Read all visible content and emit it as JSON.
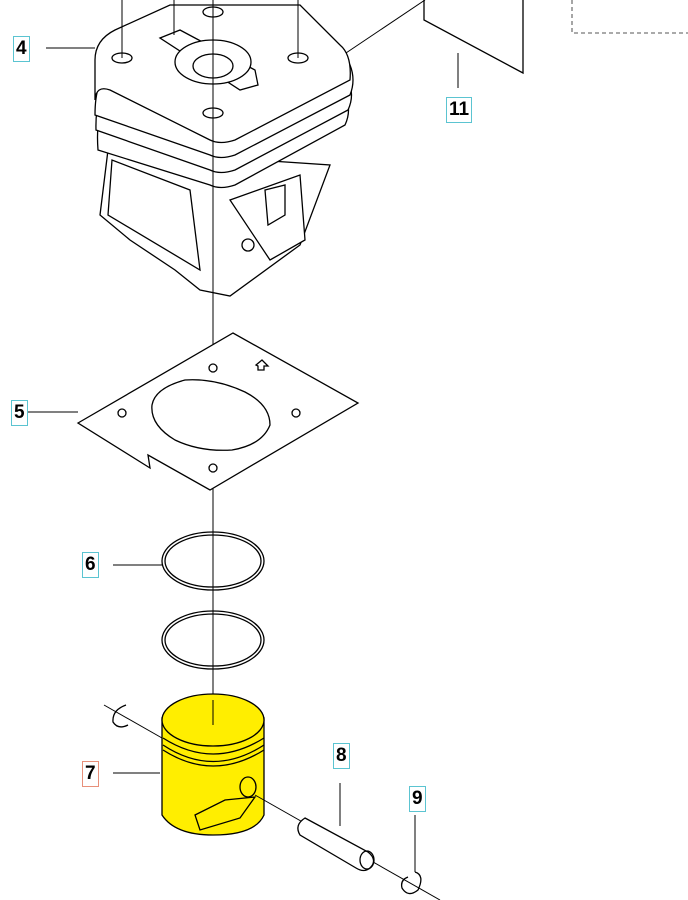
{
  "diagram": {
    "callouts": [
      {
        "id": "4",
        "label": "4",
        "selected": false
      },
      {
        "id": "11",
        "label": "11",
        "selected": false
      },
      {
        "id": "5",
        "label": "5",
        "selected": false
      },
      {
        "id": "6",
        "label": "6",
        "selected": false
      },
      {
        "id": "7",
        "label": "7",
        "selected": true
      },
      {
        "id": "8",
        "label": "8",
        "selected": false
      },
      {
        "id": "9",
        "label": "9",
        "selected": false
      }
    ],
    "colors": {
      "highlight": "#ffee00",
      "callout_border": "#5bc4d1",
      "selected_border": "#e8907a"
    }
  }
}
